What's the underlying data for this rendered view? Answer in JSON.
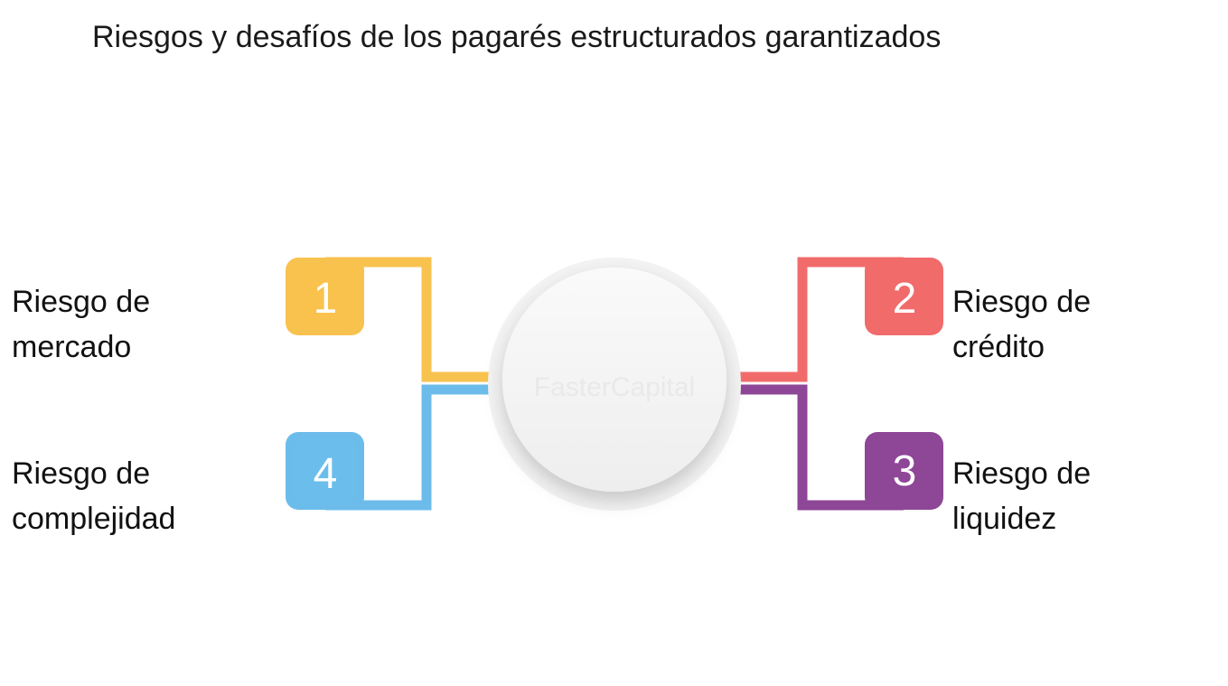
{
  "title": "Riesgos y desafíos de los pagarés estructurados garantizados",
  "watermark": "FasterCapital",
  "items": [
    {
      "number": "1",
      "line1": "Riesgo de",
      "line2": "mercado",
      "color": "#F8C24E"
    },
    {
      "number": "2",
      "line1": "Riesgo de",
      "line2": "crédito",
      "color": "#F26B6B"
    },
    {
      "number": "3",
      "line1": "Riesgo de",
      "line2": "liquidez",
      "color": "#8E4697"
    },
    {
      "number": "4",
      "line1": "Riesgo de",
      "line2": "complejidad",
      "color": "#6CBCEB"
    }
  ]
}
